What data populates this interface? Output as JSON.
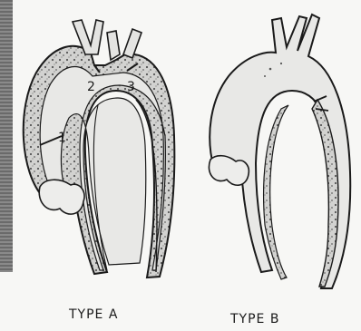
{
  "figure": {
    "type_a": {
      "caption": "TYPE A",
      "markers": [
        "1",
        "2",
        "3"
      ]
    },
    "type_b": {
      "caption": "TYPE B"
    }
  },
  "colors": {
    "wall": "#cfcfcf",
    "lumen": "#e8e8e6",
    "ink": "#1a1a1a",
    "scan_edge": "#6a6a6a"
  }
}
